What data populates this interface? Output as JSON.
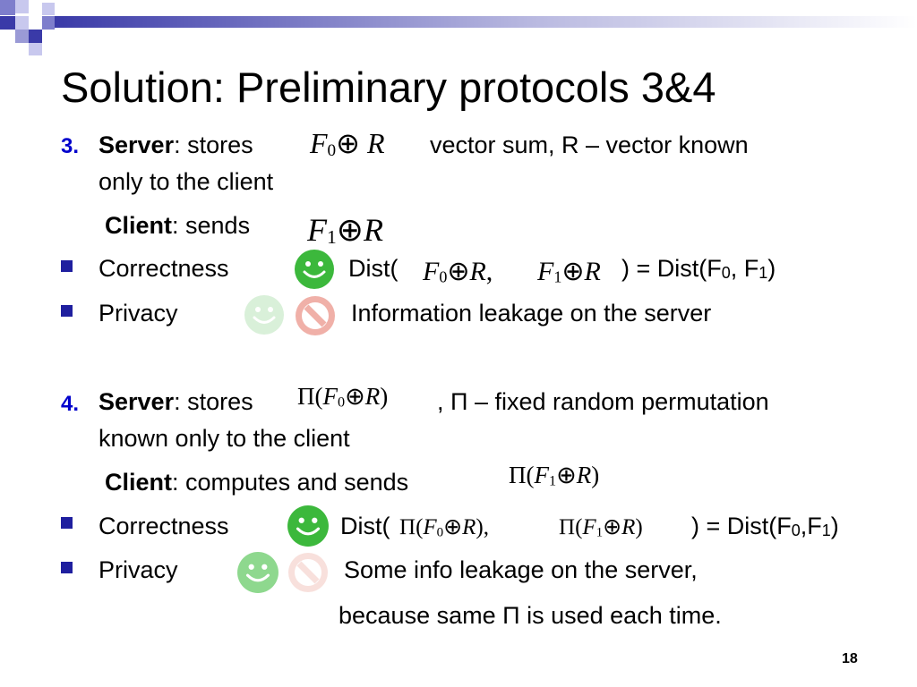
{
  "slide": {
    "title": "Solution: Preliminary protocols 3&4",
    "page_number": "18"
  },
  "protocol3": {
    "number": "3.",
    "server_label": "Server",
    "server_text_a": ": stores",
    "server_math": {
      "F": "F",
      "sub": "0",
      "op": "⊕",
      "R": "R"
    },
    "server_text_b": "vector sum, R – vector known",
    "server_text_c": "only to the client",
    "client_label": "Client",
    "client_text": ": sends",
    "client_math": {
      "F": "F",
      "sub": "1",
      "op": "⊕",
      "R": "R"
    },
    "correctness": {
      "label": "Correctness",
      "prefix": "Dist(",
      "math_a": {
        "F": "F",
        "sub": "0",
        "op": "⊕",
        "R": "R"
      },
      "comma": ",",
      "math_b": {
        "F": "F",
        "sub": "1",
        "op": "⊕",
        "R": "R"
      },
      "suffix": ") = Dist(F",
      "s0": "0",
      "mid": ", F",
      "s1": "1",
      "end": ")"
    },
    "privacy": {
      "label": "Privacy",
      "text": "Information leakage on the server"
    }
  },
  "protocol4": {
    "number": "4.",
    "server_label": "Server",
    "server_text_a": ": stores",
    "server_math": {
      "pi": "Π",
      "open": "(",
      "F": "F",
      "sub": "0",
      "op": "⊕",
      "R": "R",
      "close": ")"
    },
    "server_text_b": ", Π – fixed random permutation",
    "server_text_c": "known only to the client",
    "client_label": "Client",
    "client_text": ": computes and sends",
    "client_math": {
      "pi": "Π",
      "open": "(",
      "F": "F",
      "sub": "1",
      "op": "⊕",
      "R": "R",
      "close": ")"
    },
    "correctness": {
      "label": "Correctness",
      "prefix": "Dist(",
      "math_a": {
        "pi": "Π",
        "open": "(",
        "F": "F",
        "sub": "0",
        "op": "⊕",
        "R": "R",
        "close": ")"
      },
      "comma": ",",
      "math_b": {
        "pi": "Π",
        "open": "(",
        "F": "F",
        "sub": "1",
        "op": "⊕",
        "R": "R",
        "close": ")"
      },
      "suffix": ") = Dist(F",
      "s0": "0",
      "mid": ",F",
      "s1": "1",
      "end": ")"
    },
    "privacy": {
      "label": "Privacy",
      "text_a": "Some info leakage on the server,",
      "text_b": "because same Π is used each time."
    }
  },
  "colors": {
    "number_blue": "#0000cc",
    "bullet_blue": "#1f1f9f",
    "smile_green": "#3cb83c",
    "faded_green": "#d9f0d9",
    "no_red": "#f0b0a8",
    "faded_red": "#f8e0dc"
  },
  "icons": {
    "smile": "smiley-face-icon",
    "prohibited": "no-sign-icon"
  }
}
